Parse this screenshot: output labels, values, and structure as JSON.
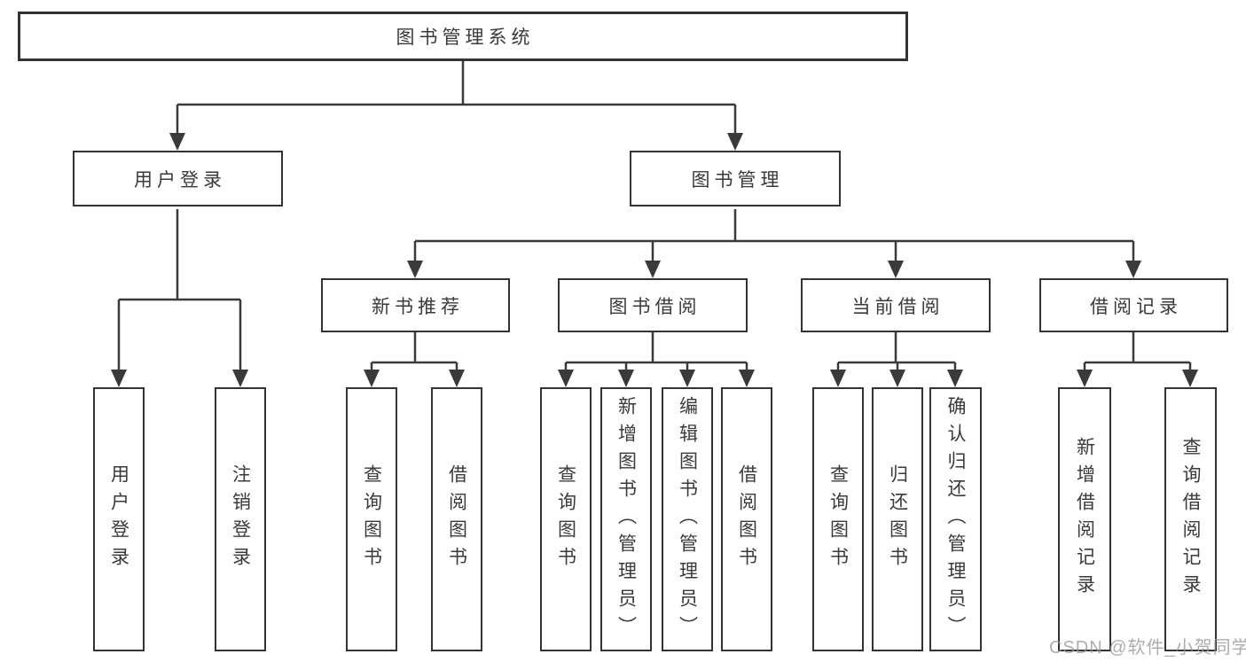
{
  "diagram": {
    "root": {
      "label": "图书管理系统"
    },
    "level2": [
      {
        "id": "user-login",
        "label": "用户登录"
      },
      {
        "id": "book-management",
        "label": "图书管理"
      }
    ],
    "level3": [
      {
        "id": "new-book-recommend",
        "label": "新书推荐",
        "parent": "图书管理"
      },
      {
        "id": "book-borrowing",
        "label": "图书借阅",
        "parent": "图书管理"
      },
      {
        "id": "current-borrowing",
        "label": "当前借阅",
        "parent": "图书管理"
      },
      {
        "id": "borrowing-records",
        "label": "借阅记录",
        "parent": "图书管理"
      }
    ],
    "leaves": [
      {
        "label": "用户登录",
        "parent": "用户登录"
      },
      {
        "label": "注销登录",
        "parent": "用户登录"
      },
      {
        "label": "查询图书",
        "parent": "新书推荐"
      },
      {
        "label": "借阅图书",
        "parent": "新书推荐"
      },
      {
        "label": "查询图书",
        "parent": "图书借阅"
      },
      {
        "label": "新增图书（管理员）",
        "parent": "图书借阅"
      },
      {
        "label": "编辑图书（管理员）",
        "parent": "图书借阅"
      },
      {
        "label": "借阅图书",
        "parent": "图书借阅"
      },
      {
        "label": "查询图书",
        "parent": "当前借阅"
      },
      {
        "label": "归还图书",
        "parent": "当前借阅"
      },
      {
        "label": "确认归还（管理员）",
        "parent": "当前借阅"
      },
      {
        "label": "新增借阅记录",
        "parent": "借阅记录"
      },
      {
        "label": "查询借阅记录",
        "parent": "借阅记录"
      }
    ],
    "colors": {
      "line": "#3a3a3a",
      "border": "#333333",
      "text": "#3a3a3a",
      "watermark": "#969696"
    },
    "watermark": "CSDN @软件_小贺同学"
  }
}
